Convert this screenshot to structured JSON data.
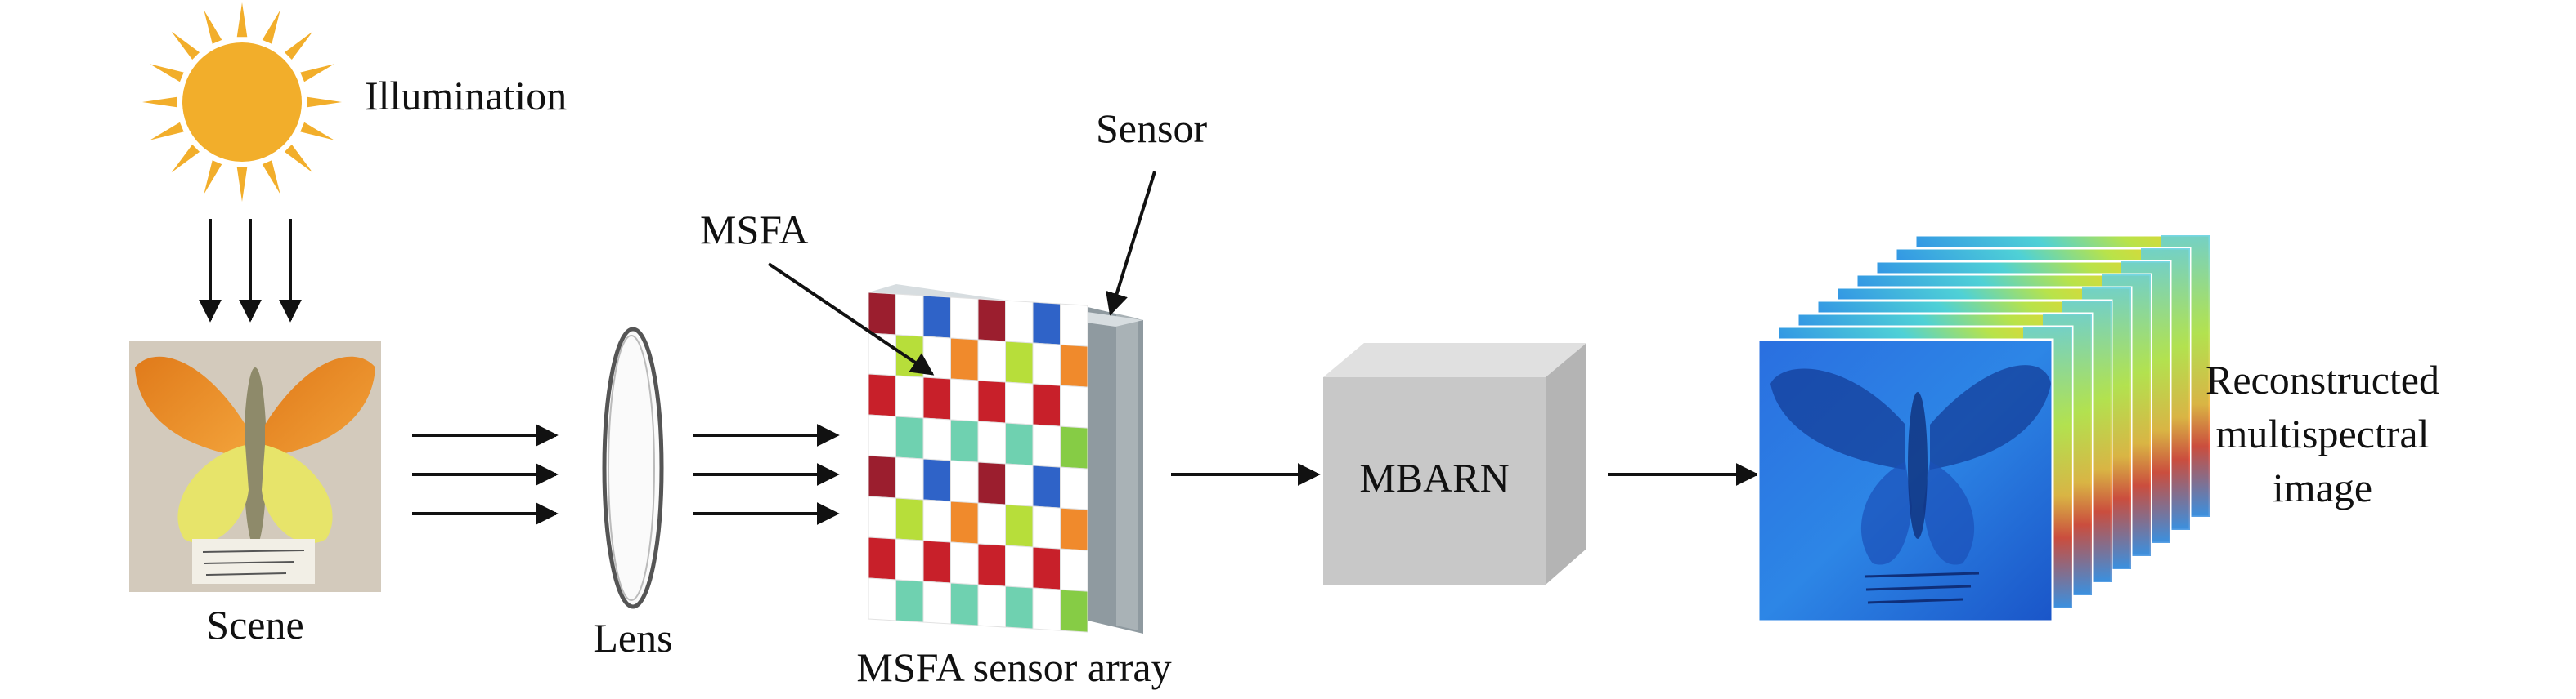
{
  "labels": {
    "illumination": "Illumination",
    "scene": "Scene",
    "lens": "Lens",
    "msfa": "MSFA",
    "sensor": "Sensor",
    "sensor_array": "MSFA sensor array",
    "network": "MBARN",
    "output_line1": "Reconstructed",
    "output_line2": "multispectral",
    "output_line3": "image"
  },
  "colors": {
    "sun": "#f2ae2b",
    "arrow": "#111111",
    "network_front": "#c8c8c8",
    "network_top": "#e0e0e0",
    "network_side": "#b4b4b4",
    "sensor_frame": "#8f9aa0",
    "msfa_palette": [
      "#c8202a",
      "#2f63c8",
      "#9b1e2e",
      "#6fd1b0",
      "#b7de3a",
      "#f08a2c",
      "#86cc45"
    ]
  },
  "msfa_pattern": [
    [
      "#9b1e2e",
      "#ffffff",
      "#2f63c8",
      "#ffffff",
      "#9b1e2e",
      "#ffffff",
      "#2f63c8",
      "#ffffff"
    ],
    [
      "#ffffff",
      "#b7de3a",
      "#ffffff",
      "#f08a2c",
      "#ffffff",
      "#b7de3a",
      "#ffffff",
      "#f08a2c"
    ],
    [
      "#c8202a",
      "#ffffff",
      "#c8202a",
      "#ffffff",
      "#c8202a",
      "#ffffff",
      "#c8202a",
      "#ffffff"
    ],
    [
      "#ffffff",
      "#6fd1b0",
      "#ffffff",
      "#6fd1b0",
      "#ffffff",
      "#6fd1b0",
      "#ffffff",
      "#86cc45"
    ],
    [
      "#9b1e2e",
      "#ffffff",
      "#2f63c8",
      "#ffffff",
      "#9b1e2e",
      "#ffffff",
      "#2f63c8",
      "#ffffff"
    ],
    [
      "#ffffff",
      "#b7de3a",
      "#ffffff",
      "#f08a2c",
      "#ffffff",
      "#b7de3a",
      "#ffffff",
      "#f08a2c"
    ],
    [
      "#c8202a",
      "#ffffff",
      "#c8202a",
      "#ffffff",
      "#c8202a",
      "#ffffff",
      "#c8202a",
      "#ffffff"
    ],
    [
      "#ffffff",
      "#6fd1b0",
      "#ffffff",
      "#6fd1b0",
      "#ffffff",
      "#6fd1b0",
      "#ffffff",
      "#86cc45"
    ]
  ]
}
